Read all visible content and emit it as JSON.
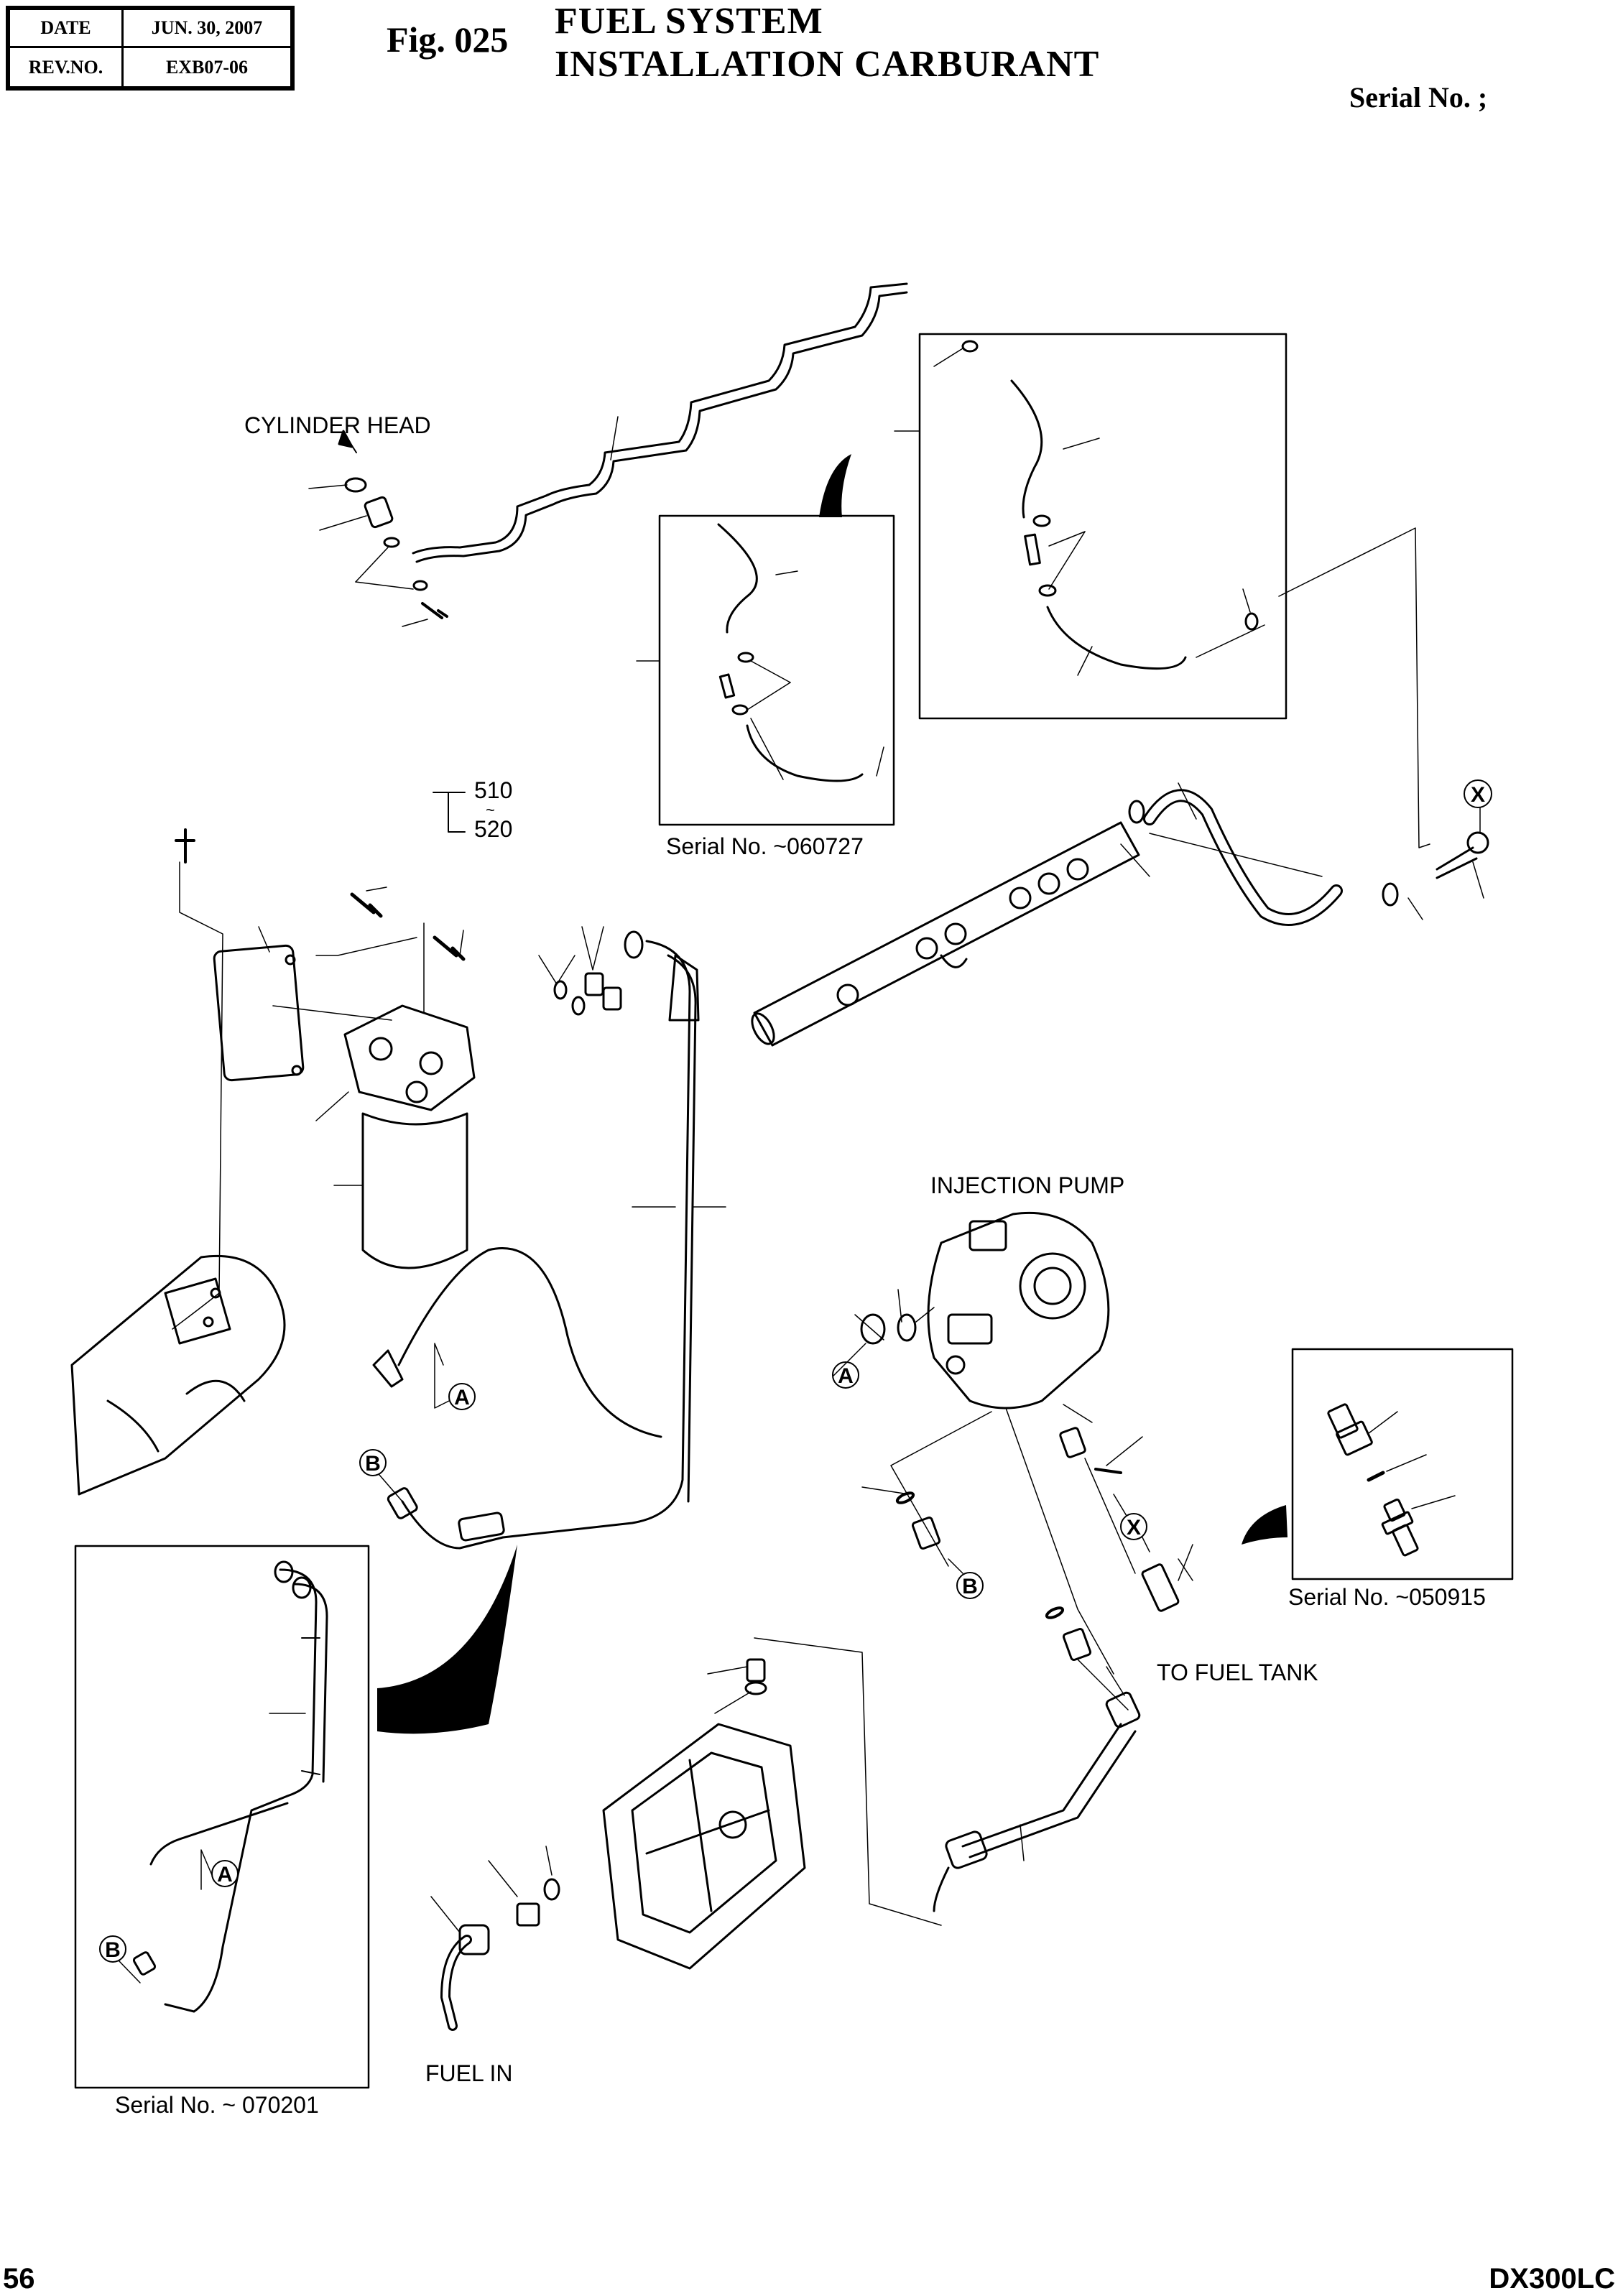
{
  "header": {
    "date_label": "DATE",
    "date_value": "JUN. 30, 2007",
    "rev_label": "REV.NO.",
    "rev_value": "EXB07-06",
    "figure_number": "Fig. 025",
    "title_line1": "FUEL SYSTEM",
    "title_line2": "INSTALLATION  CARBURANT",
    "serial": "Serial No. ;"
  },
  "labels": {
    "cylinder_head": "CYLINDER HEAD",
    "range_top": "510",
    "range_sep": "~",
    "range_bottom": "520",
    "injection_pump": "INJECTION PUMP",
    "to_fuel_tank": "TO FUEL TANK",
    "fuel_in": "FUEL IN"
  },
  "insets": [
    {
      "name": "inset-fuel-lines-small",
      "serial": "Serial No. ~060727"
    },
    {
      "name": "inset-fuel-lines-large",
      "serial": ""
    },
    {
      "name": "inset-fitting",
      "serial": "Serial No. ~050915"
    },
    {
      "name": "inset-pipe-assembly",
      "serial": "Serial No. ~ 070201"
    }
  ],
  "callouts": {
    "a": "A",
    "b": "B",
    "x": "X"
  },
  "footer": {
    "page_number": "56",
    "model": "DX300LC"
  }
}
